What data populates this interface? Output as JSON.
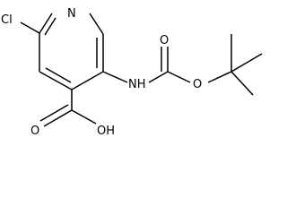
{
  "atoms": {
    "chlorine": "Cl",
    "ring_nitrogen": "N",
    "amide_nh": "NH",
    "carbonyl_oxygen": "O",
    "ester_oxygen": "O",
    "acid_carbonyl_oxygen": "O",
    "acid_hydroxyl": "OH"
  },
  "colors": {
    "bond": "#000000",
    "label": "#000000",
    "background": "#ffffff"
  }
}
